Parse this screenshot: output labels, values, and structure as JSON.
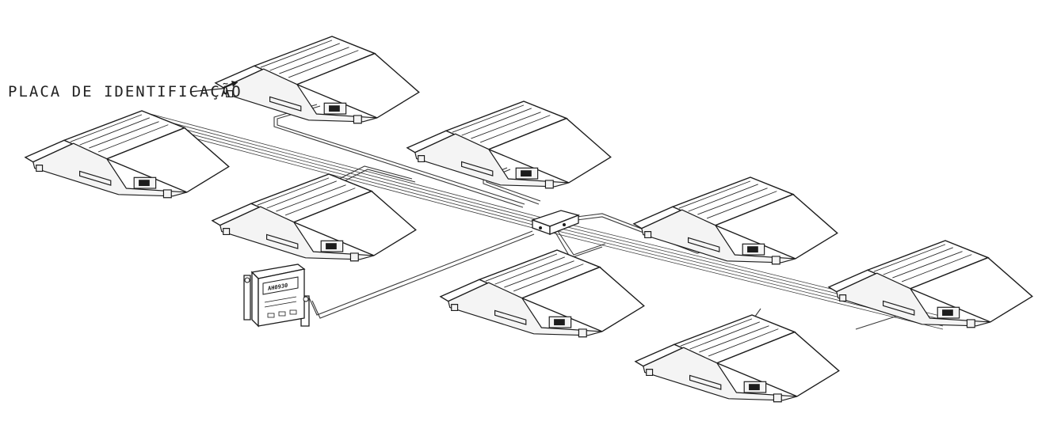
{
  "diagram": {
    "callout_label": "PLACA DE IDENTIFICAÇÃO",
    "indicator_display": "AH0930",
    "components": {
      "pads": [
        "pad",
        "pad",
        "pad",
        "pad",
        "pad",
        "pad",
        "pad",
        "pad"
      ],
      "junction_box": "junction-box",
      "indicator": "weighing-indicator"
    },
    "colors": {
      "line": "#1c1c1c",
      "background": "#ffffff"
    }
  }
}
